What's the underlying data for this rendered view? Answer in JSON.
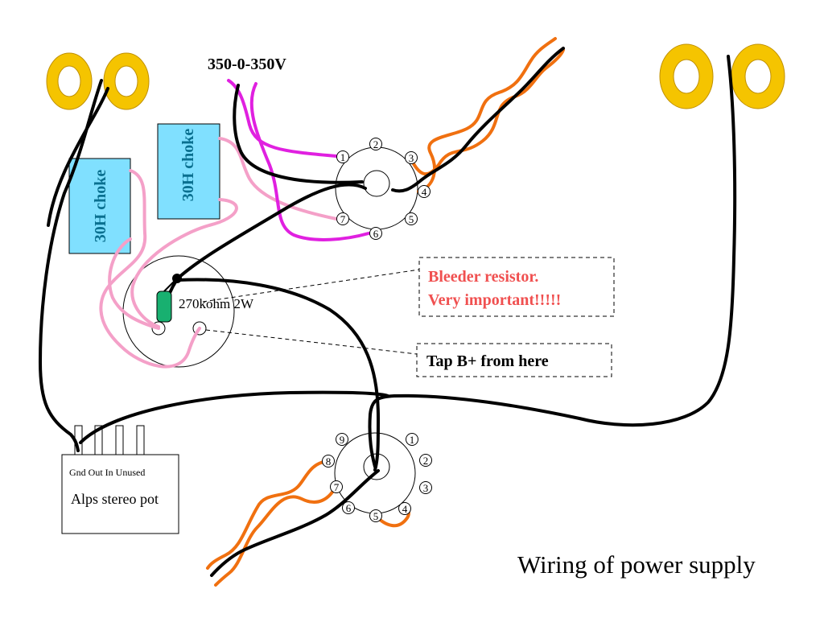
{
  "labels": {
    "voltage": "350-0-350V",
    "choke_left": "30H choke",
    "choke_right": "30H choke",
    "resistor": "270kohm 2W",
    "bleeder_line1": "Bleeder resistor.",
    "bleeder_line2": "Very important!!!!!",
    "tap": "Tap B+ from here",
    "pot_terminals": "Gnd Out In Unused",
    "pot_name": "Alps stereo pot",
    "caption": "Wiring of power supply"
  },
  "rectifier_socket_pins": [
    "1",
    "2",
    "3",
    "4",
    "5",
    "6",
    "7"
  ],
  "tube_socket_pins": [
    "1",
    "2",
    "3",
    "4",
    "5",
    "6",
    "7",
    "8",
    "9"
  ],
  "colors": {
    "wire_black": "#000000",
    "wire_magenta": "#e020e0",
    "wire_pink": "#f4a0c8",
    "wire_orange": "#f07010",
    "connector_gold": "#f5c400",
    "choke_fill": "#80e0ff",
    "resistor_green": "#18b070",
    "bleeder_text": "#f05050"
  }
}
